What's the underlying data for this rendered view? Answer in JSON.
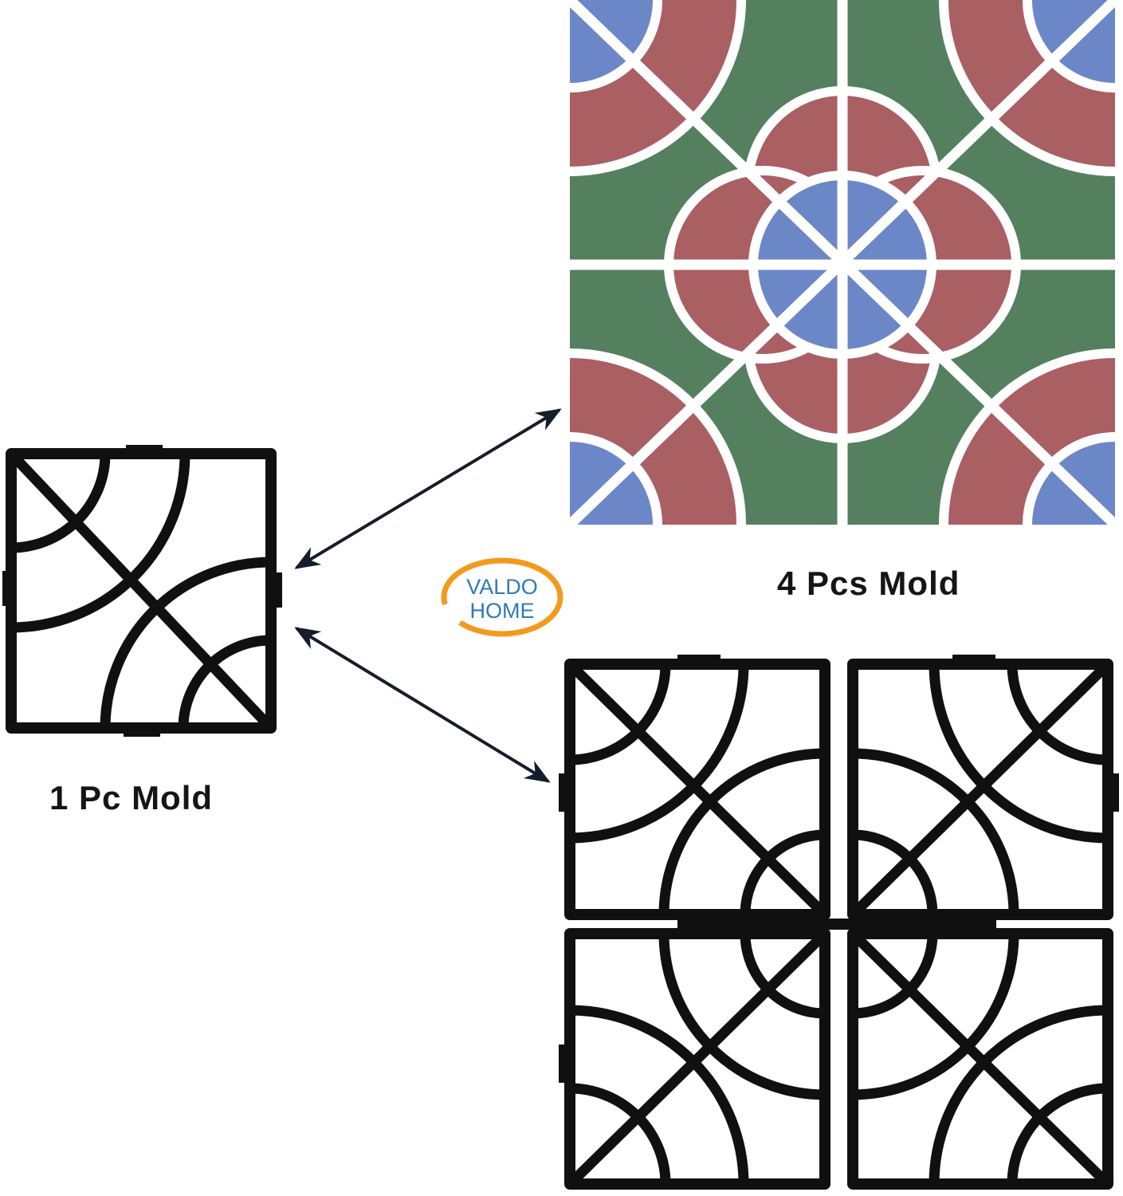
{
  "captions": {
    "single": "1 Pc Mold",
    "four": "4 Pcs Mold"
  },
  "logo": {
    "line1": "VALDO",
    "line2": "HOME"
  },
  "colors": {
    "green": "#54805F",
    "red": "#AA5F63",
    "blue": "#6B87C7",
    "mold_black": "#101010",
    "logo_orange": "#F39A1E",
    "logo_blue": "#2E7CB5"
  }
}
